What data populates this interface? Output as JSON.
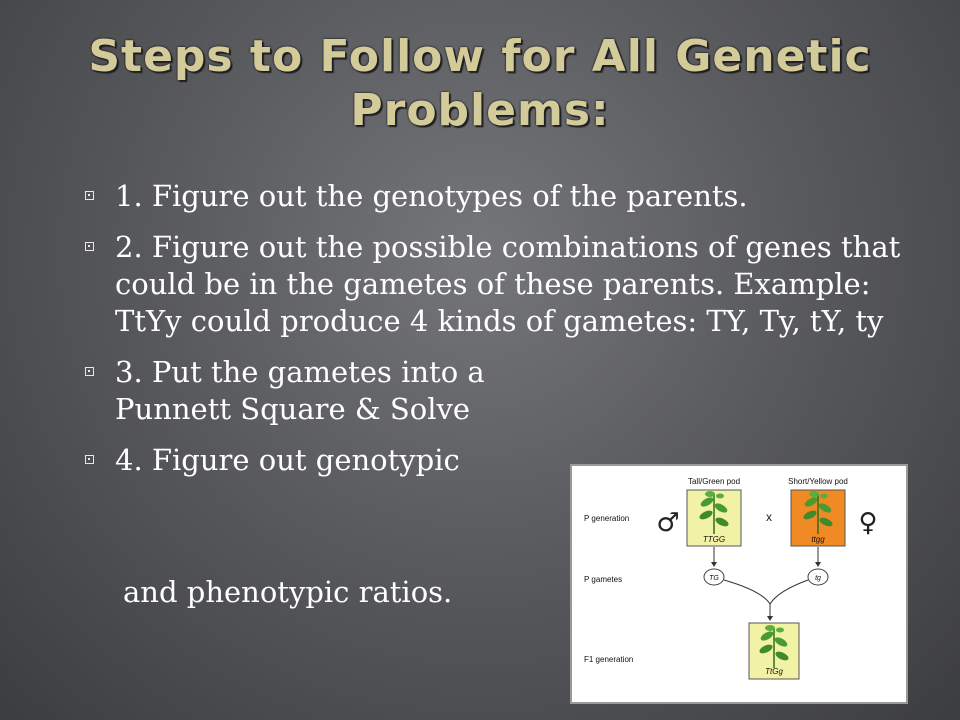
{
  "slide": {
    "title_line1": "Steps to Follow for All Genetic",
    "title_line2": "Problems:",
    "bullets": [
      "1. Figure out the genotypes of the parents.",
      "2. Figure out the possible combinations of genes that could be in the gametes of these parents. Example: TtYy  could produce 4 kinds of gametes: TY, Ty, tY, ty",
      "3. Put the gametes into a Punnett Square & Solve",
      "4. Figure out genotypic"
    ],
    "bullet4_continuation": "and phenotypic ratios."
  },
  "figure": {
    "row_labels": [
      "P generation",
      "P gametes",
      "F1 generation"
    ],
    "parent1_label": "Tall/Green pod",
    "parent2_label": "Short/Yellow pod",
    "parent1_genotype": "TTGG",
    "parent2_genotype": "ttgg",
    "cross_symbol": "x",
    "male_symbol": "♂",
    "female_symbol": "♀",
    "gamete1": "TG",
    "gamete2": "tg",
    "offspring_genotype": "TtGg",
    "colors": {
      "green_box": "#f2f2a6",
      "orange_box": "#f08a24",
      "plant": "#3f8a2a"
    }
  }
}
